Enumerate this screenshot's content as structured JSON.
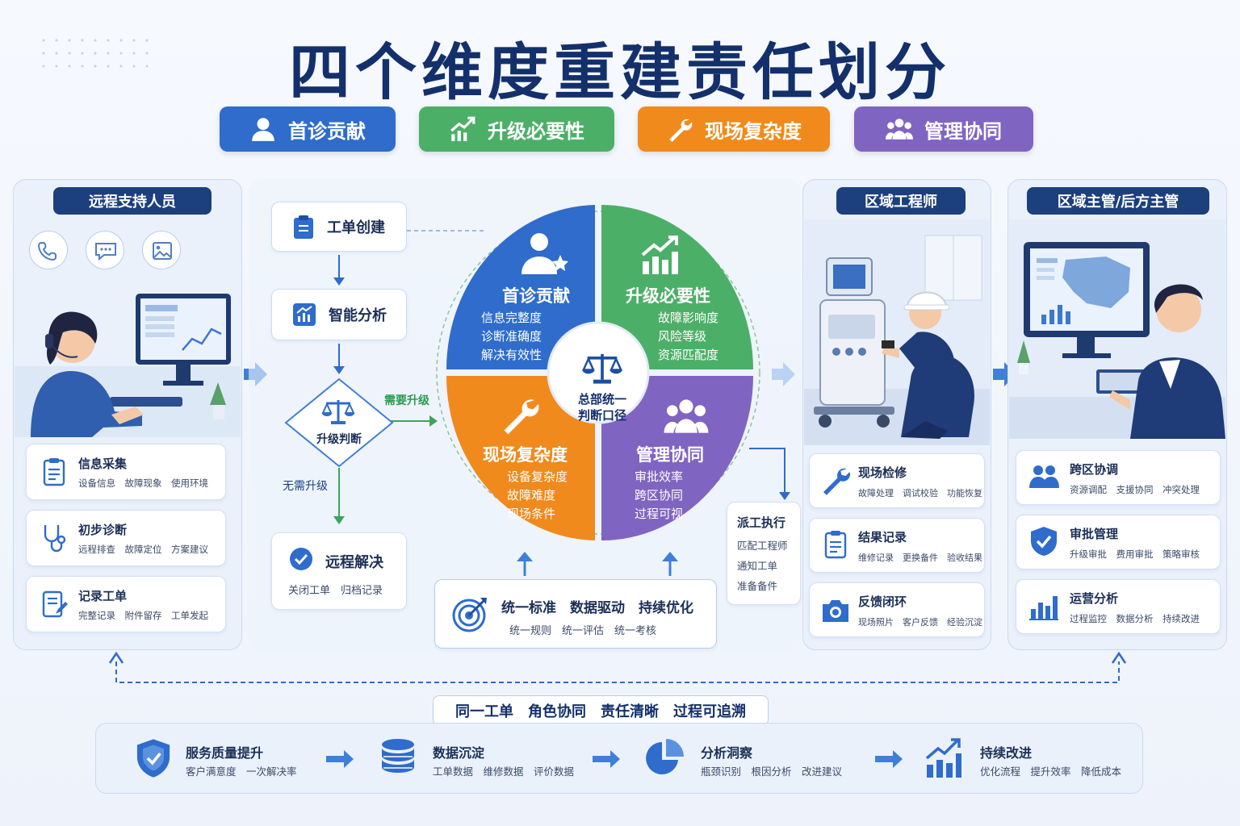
{
  "title": "四个维度重建责任划分",
  "dimensions": [
    {
      "label": "首诊贡献",
      "icon": "user-icon",
      "color": "#2f6ccb"
    },
    {
      "label": "升级必要性",
      "icon": "trend-up-icon",
      "color": "#4caf68"
    },
    {
      "label": "现场复杂度",
      "icon": "wrench-icon",
      "color": "#f08a1c"
    },
    {
      "label": "管理协同",
      "icon": "team-icon",
      "color": "#8064c2"
    }
  ],
  "remote": {
    "header": "远程支持人员",
    "cards": [
      {
        "title": "信息采集",
        "sub": "设备信息　故障现象　使用环境"
      },
      {
        "title": "初步诊断",
        "sub": "远程排查　故障定位　方案建议"
      },
      {
        "title": "记录工单",
        "sub": "完整记录　附件留存　工单发起"
      }
    ]
  },
  "flow": {
    "create": "工单创建",
    "analyze": "智能分析",
    "judge": "升级判断",
    "need_upgrade": "需要升级",
    "no_upgrade": "无需升级",
    "resolve_title": "远程解决",
    "resolve_sub": "关闭工单　归档记录"
  },
  "circle": {
    "center_line1": "总部统一",
    "center_line2": "判断口径",
    "quadrants": [
      {
        "title": "首诊贡献",
        "items": [
          "信息完整度",
          "诊断准确度",
          "解决有效性"
        ]
      },
      {
        "title": "升级必要性",
        "items": [
          "故障影响度",
          "风险等级",
          "资源匹配度"
        ]
      },
      {
        "title": "现场复杂度",
        "items": [
          "设备复杂度",
          "故障难度",
          "现场条件"
        ]
      },
      {
        "title": "管理协同",
        "items": [
          "审批效率",
          "跨区协同",
          "过程可视"
        ]
      }
    ]
  },
  "standard": {
    "title": "统一标准　数据驱动　持续优化",
    "sub": "统一规则　统一评估　统一考核"
  },
  "dispatch": {
    "title": "派工执行",
    "items": [
      "匹配工程师",
      "通知工单",
      "准备备件"
    ]
  },
  "engineer": {
    "header": "区域工程师",
    "cards": [
      {
        "title": "现场检修",
        "sub": "故障处理　调试校验　功能恢复"
      },
      {
        "title": "结果记录",
        "sub": "维修记录　更换备件　验收结果"
      },
      {
        "title": "反馈闭环",
        "sub": "现场照片　客户反馈　经验沉淀"
      }
    ]
  },
  "manager": {
    "header": "区域主管/后方主管",
    "cards": [
      {
        "title": "跨区协调",
        "sub": "资源调配　支援协同　冲突处理"
      },
      {
        "title": "审批管理",
        "sub": "升级审批　费用审批　策略审核"
      },
      {
        "title": "运营分析",
        "sub": "过程监控　数据分析　持续改进"
      }
    ]
  },
  "bottom": {
    "tagline": "同一工单　角色协同　责任清晰　过程可追溯",
    "steps": [
      {
        "title": "服务质量提升",
        "sub": "客户满意度　一次解决率"
      },
      {
        "title": "数据沉淀",
        "sub": "工单数据　维修数据　评价数据"
      },
      {
        "title": "分析洞察",
        "sub": "瓶颈识别　根因分析　改进建议"
      },
      {
        "title": "持续改进",
        "sub": "优化流程　提升效率　降低成本"
      }
    ]
  }
}
